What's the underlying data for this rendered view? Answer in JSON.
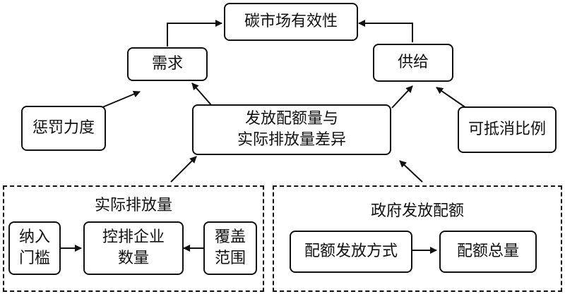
{
  "nodes": {
    "carbon_market_effectiveness": "碳市场有效性",
    "demand": "需求",
    "supply": "供给",
    "allocation_emission_gap": [
      "发放配额量与",
      "实际排放量差异"
    ],
    "penalty_strength": "惩罚力度",
    "offset_ratio": "可抵消比例",
    "inclusion_threshold": [
      "纳入",
      "门槛"
    ],
    "controlled_enterprises": [
      "控排企业",
      "数量"
    ],
    "coverage_scope": [
      "覆盖",
      "范围"
    ],
    "allocation_method": "配额发放方式",
    "total_allowance": "配额总量"
  },
  "groups": {
    "actual_emissions": "实际排放量",
    "government_allocation": "政府发放配额"
  }
}
